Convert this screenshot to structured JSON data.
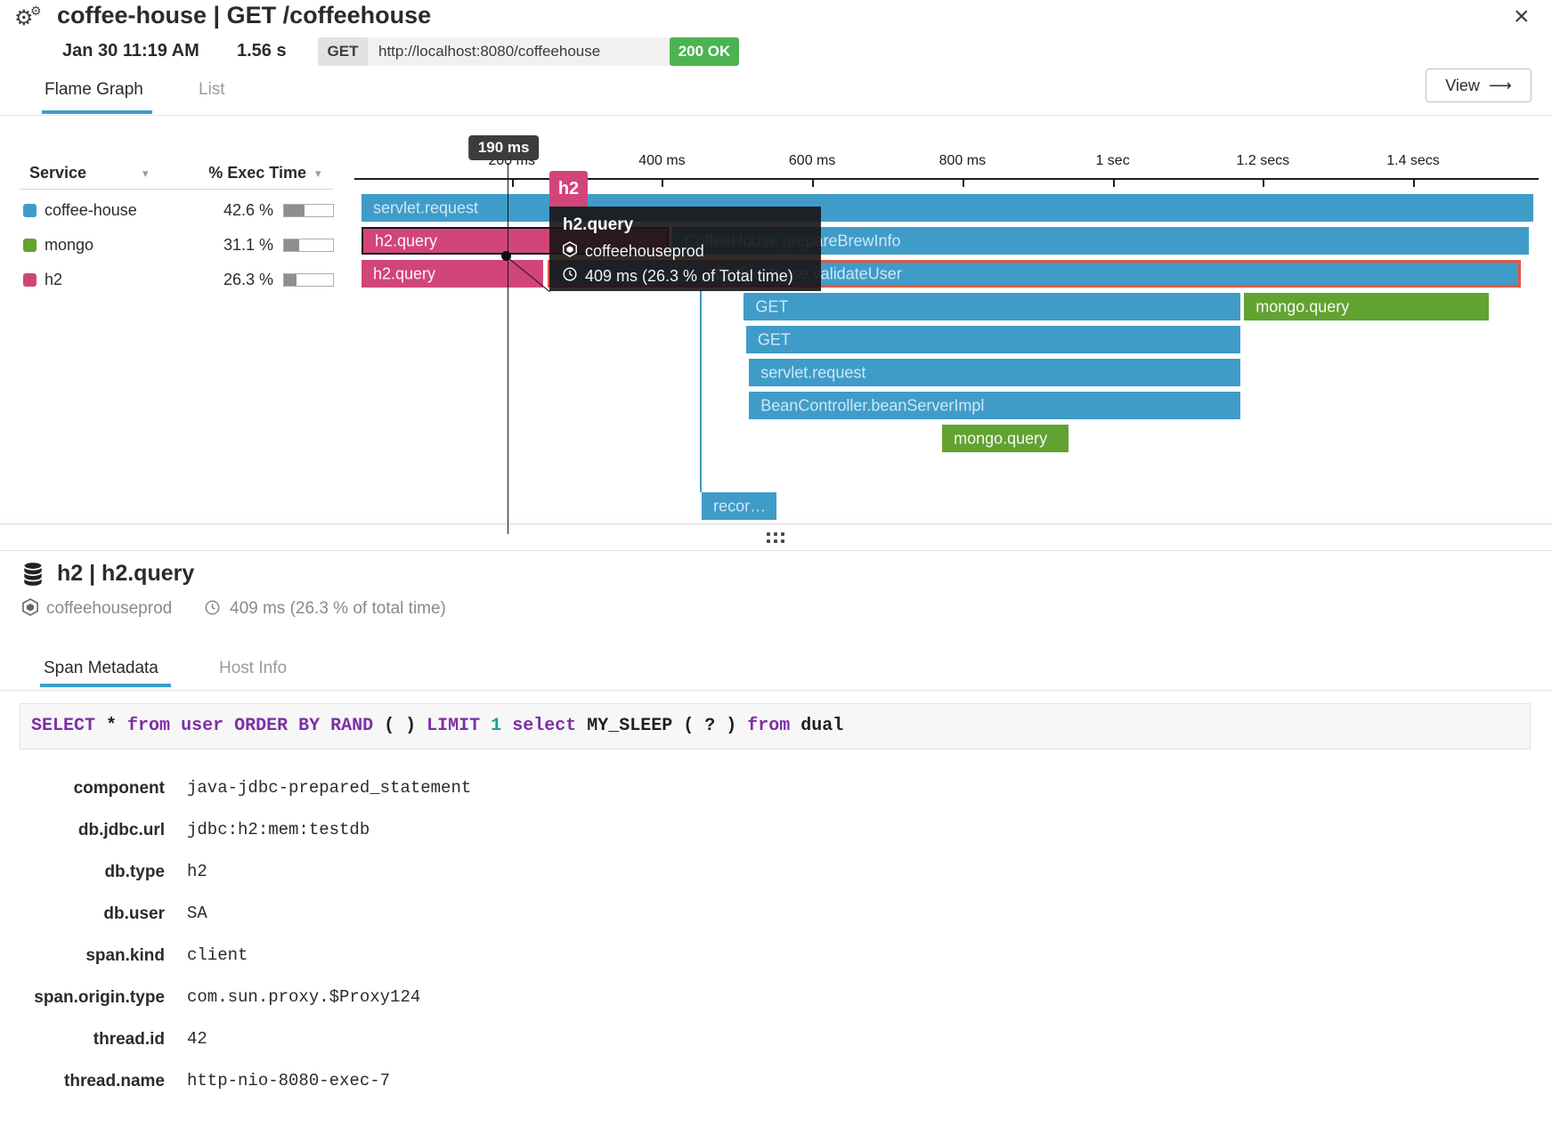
{
  "header": {
    "title": "coffee-house | GET /coffeehouse",
    "close": "×",
    "date": "Jan 30 11:19 AM",
    "duration": "1.56 s",
    "method": "GET",
    "url": "http://localhost:8080/coffeehouse",
    "status": "200 OK"
  },
  "nav": {
    "tab_flame": "Flame Graph",
    "tab_list": "List",
    "view_label": "View",
    "view_arrow": "⟶"
  },
  "service_table": {
    "col_service": "Service",
    "col_exec": "% Exec Time",
    "sort_arrow": "▾",
    "rows": [
      {
        "name": "coffee-house",
        "pct_label": "42.6 %",
        "pct": 42.6,
        "color": "#3f9cc9"
      },
      {
        "name": "mongo",
        "pct_label": "31.1 %",
        "pct": 31.1,
        "color": "#61a231"
      },
      {
        "name": "h2",
        "pct_label": "26.3 %",
        "pct": 26.3,
        "color": "#d14579"
      }
    ]
  },
  "flame": {
    "cursor_label": "190 ms",
    "cursor_ms": 194,
    "total_ms": 1560,
    "axis": [
      {
        "label": "200 ms",
        "ms": 200
      },
      {
        "label": "400 ms",
        "ms": 400
      },
      {
        "label": "600 ms",
        "ms": 600
      },
      {
        "label": "800 ms",
        "ms": 800
      },
      {
        "label": "1 sec",
        "ms": 1000
      },
      {
        "label": "1.2 secs",
        "ms": 1200
      },
      {
        "label": "1.4 secs",
        "ms": 1400
      }
    ],
    "spans": [
      {
        "row": 0,
        "service": "coffee-house",
        "label": "servlet.request",
        "start": 0,
        "end": 1560
      },
      {
        "row": 1,
        "service": "h2",
        "label": "h2.query",
        "start": 0,
        "end": 409,
        "selected": true
      },
      {
        "row": 1,
        "service": "coffee-house",
        "label": "CoffeeHouse.prepareBrewInfo",
        "start": 414,
        "end": 1554,
        "label_at": 430
      },
      {
        "row": 2,
        "service": "h2",
        "label": "h2.query",
        "start": 0,
        "end": 242
      },
      {
        "row": 2,
        "service": "coffee-house",
        "label": "CoffeeHouse.validateUser",
        "start": 248,
        "end": 1544,
        "error": true,
        "label_at": 467
      },
      {
        "row": 3,
        "service": "coffee-house",
        "label": "GET",
        "start": 509,
        "end": 1170
      },
      {
        "row": 3,
        "service": "mongo",
        "label": "mongo.query",
        "start": 1175,
        "end": 1501
      },
      {
        "row": 4,
        "service": "coffee-house",
        "label": "GET",
        "start": 512,
        "end": 1170
      },
      {
        "row": 5,
        "service": "coffee-house",
        "label": "servlet.request",
        "start": 516,
        "end": 1170
      },
      {
        "row": 6,
        "service": "coffee-house",
        "label": "BeanController.beanServerImpl",
        "start": 516,
        "end": 1170
      },
      {
        "row": 7,
        "service": "mongo",
        "label": "mongo.query",
        "start": 773,
        "end": 941
      },
      {
        "row": 8,
        "service": "coffee-house",
        "label": "recor…",
        "start": 453,
        "end": 552
      }
    ],
    "connector_ms": 453,
    "error_mark": "!",
    "tooltip": {
      "badge": "h2",
      "name": "h2.query",
      "host": "coffeehouseprod",
      "time": "409 ms (26.3 % of Total time)"
    }
  },
  "detail": {
    "title": "h2 | h2.query",
    "host": "coffeehouseprod",
    "time": "409 ms (26.3 %  of total time)",
    "tab_meta": "Span Metadata",
    "tab_host": "Host Info",
    "sql_tokens": [
      {
        "t": "SELECT",
        "c": "kw"
      },
      {
        "t": " * ",
        "c": "pl"
      },
      {
        "t": "from",
        "c": "kw"
      },
      {
        "t": " ",
        "c": "pl"
      },
      {
        "t": "user",
        "c": "kw"
      },
      {
        "t": " ",
        "c": "pl"
      },
      {
        "t": "ORDER BY RAND",
        "c": "kw"
      },
      {
        "t": " ( ) ",
        "c": "pl"
      },
      {
        "t": "LIMIT",
        "c": "kw"
      },
      {
        "t": " ",
        "c": "pl"
      },
      {
        "t": "1",
        "c": "num"
      },
      {
        "t": " ",
        "c": "pl"
      },
      {
        "t": "select",
        "c": "kw"
      },
      {
        "t": " MY_SLEEP ( ? ) ",
        "c": "pl"
      },
      {
        "t": "from",
        "c": "kw"
      },
      {
        "t": " dual",
        "c": "pl"
      }
    ],
    "metadata": [
      {
        "key": "component",
        "value": "java-jdbc-prepared_statement"
      },
      {
        "key": "db.jdbc.url",
        "value": "jdbc:h2:mem:testdb"
      },
      {
        "key": "db.type",
        "value": "h2"
      },
      {
        "key": "db.user",
        "value": "SA"
      },
      {
        "key": "span.kind",
        "value": "client"
      },
      {
        "key": "span.origin.type",
        "value": "com.sun.proxy.$Proxy124"
      },
      {
        "key": "thread.id",
        "value": "42"
      },
      {
        "key": "thread.name",
        "value": "http-nio-8080-exec-7"
      }
    ]
  },
  "colors": {
    "accent": "#3b9dc9",
    "blue": "#3f9cc9",
    "green": "#61a231",
    "pink": "#d14579",
    "status_green": "#4db350",
    "error_red": "#e4573f",
    "selected_border": "#13131c"
  }
}
